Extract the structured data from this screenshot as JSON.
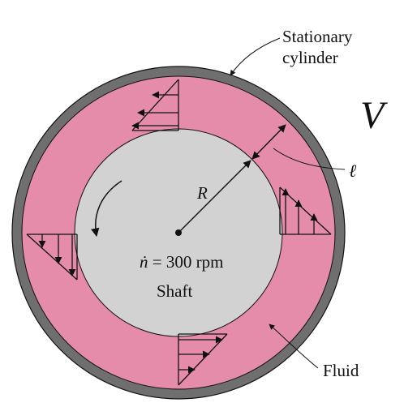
{
  "labels": {
    "stationary_line1": "Stationary",
    "stationary_line2": "cylinder",
    "velocity_symbol": "V",
    "gap_symbol": "ℓ",
    "radius_symbol": "R",
    "speed_symbol": "ṅ",
    "speed_text": " = 300 rpm",
    "shaft": "Shaft",
    "fluid": "Fluid"
  },
  "colors": {
    "outer_cylinder": "#6f6f6f",
    "fluid": "#e68cab",
    "shaft": "#d2d2d2",
    "stroke": "#111111"
  }
}
